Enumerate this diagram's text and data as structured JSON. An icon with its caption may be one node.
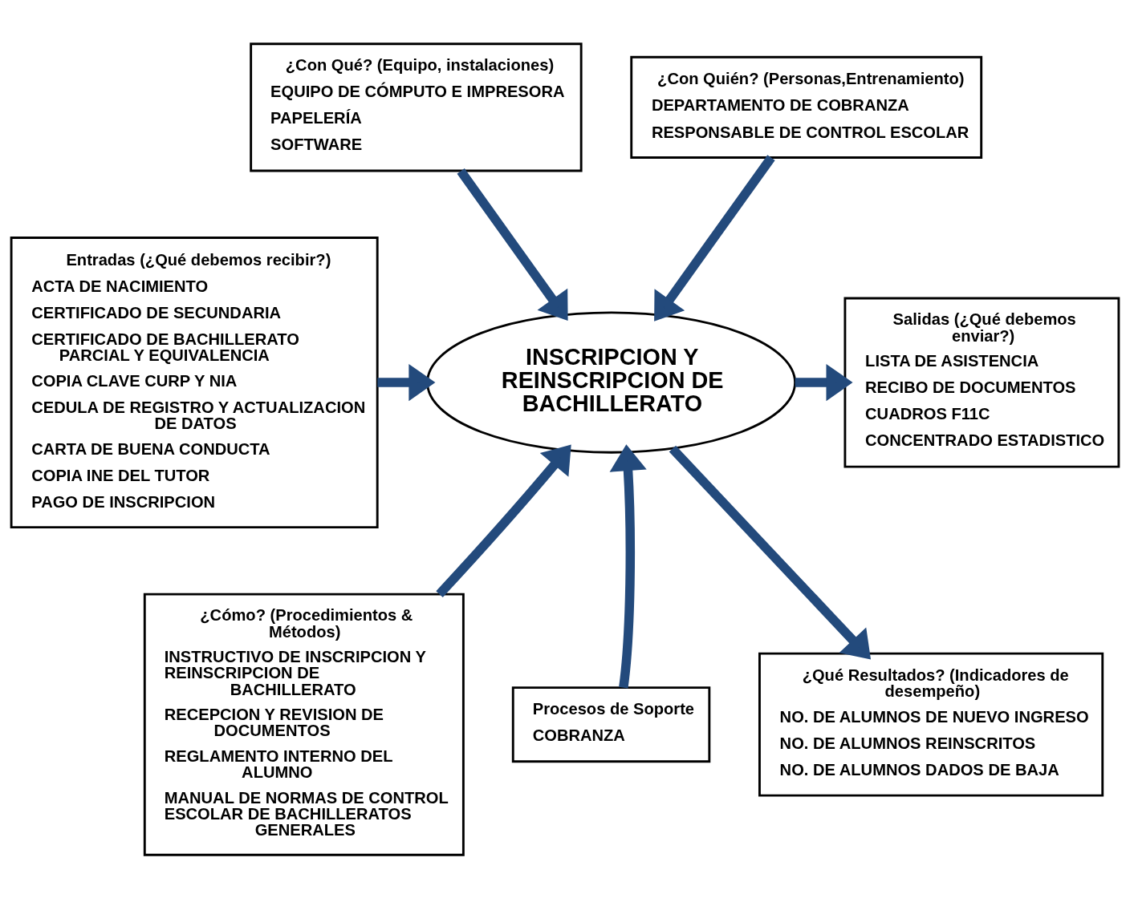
{
  "diagram": {
    "nodes": [
      {
        "text": [
          "¿Con Qué? (Equipo, instalaciones)",
          "EQUIPO DE CÓMPUTO E IMPRESORA",
          "PAPELERÍA",
          "SOFTWARE"
        ]
      },
      {
        "text": [
          "¿Con Quién? (Personas,Entrenamiento)",
          "DEPARTAMENTO DE COBRANZA",
          "RESPONSABLE DE CONTROL ESCOLAR"
        ]
      },
      {
        "text": [
          "Entradas (¿Qué debemos recibir?)",
          "ACTA DE NACIMIENTO",
          "CERTIFICADO DE SECUNDARIA",
          "CERTIFICADO DE BACHILLERATO PARCIAL Y EQUIVALENCIA",
          "COPIA CLAVE CURP Y NIA",
          "CEDULA DE REGISTRO Y ACTUALIZACION DE DATOS",
          "CARTA DE BUENA CONDUCTA",
          "COPIA INE DEL TUTOR",
          "PAGO DE INSCRIPCION"
        ]
      },
      {
        "text": [
          "Salidas (¿Qué debemos enviar?)",
          "LISTA DE ASISTENCIA",
          "RECIBO DE DOCUMENTOS",
          "CUADROS F11C",
          "CONCENTRADO ESTADISTICO"
        ]
      },
      {
        "text": [
          "INSCRIPCION Y REINSCRIPCION DE BACHILLERATO"
        ]
      },
      {
        "text": [
          "¿Cómo? (Procedimientos & Métodos)",
          "INSTRUCTIVO DE INSCRIPCION Y REINSCRIPCION DE BACHILLERATO",
          "RECEPCION Y REVISION DE DOCUMENTOS",
          "REGLAMENTO INTERNO DEL ALUMNO",
          "MANUAL DE NORMAS DE CONTROL ESCOLAR DE BACHILLERATOS GENERALES"
        ]
      },
      {
        "text": [
          "Procesos de Soporte",
          "COBRANZA"
        ]
      },
      {
        "text": [
          "¿Qué Resultados? (Indicadores de desempeño)",
          "NO. DE ALUMNOS DE NUEVO INGRESO",
          "NO. DE ALUMNOS REINSCRITOS",
          "NO. DE ALUMNOS DADOS DE BAJA"
        ]
      }
    ],
    "edges": [
      {
        "from": 0,
        "to": 4,
        "arrow": "to"
      },
      {
        "from": 1,
        "to": 4,
        "arrow": "to"
      },
      {
        "from": 2,
        "to": 4,
        "arrow": "to"
      },
      {
        "from": 4,
        "to": 3,
        "arrow": "to"
      },
      {
        "from": 5,
        "to": 4,
        "arrow": "to"
      },
      {
        "from": 6,
        "to": 4,
        "arrow": "to"
      },
      {
        "from": 4,
        "to": 7,
        "arrow": "to"
      }
    ]
  }
}
